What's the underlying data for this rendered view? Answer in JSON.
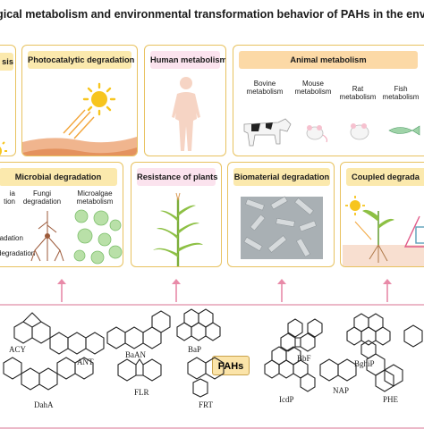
{
  "title": "gical metabolism and environmental transformation behavior of PAHs in the enviro",
  "top_row": {
    "panel1_label": "sis",
    "photocatalytic": "Photocatalytic degradation",
    "human": "Human metabolism",
    "animal": "Animal metabolism",
    "animal_items": {
      "bovine": "Bovine\nmetabolism",
      "mouse": "Mouse\nmetabolism",
      "rat": "Rat\nmetabolism",
      "fish": "Fish\nmetabolism"
    }
  },
  "middle_row": {
    "microbial": "Microbial degradation",
    "microbial_items": {
      "bacteria": "ia\ntion",
      "fungi": "Fungi\ndegradation",
      "microalgae": "Microalgae\nmetabolism",
      "extra1": "radation",
      "extra2": "degradation"
    },
    "plants": "Resistance of plants",
    "biomaterial": "Biomaterial degradation",
    "coupled": "Coupled degrada"
  },
  "center_label": "PAHs",
  "chemicals": [
    "ACY",
    "ANT",
    "BaAN",
    "BaP",
    "BbF",
    "BghiP",
    "DahA",
    "FLR",
    "FRT",
    "IcdP",
    "NAP",
    "PHE"
  ],
  "colors": {
    "border": "#e8c25f",
    "arrow": "#e88aa8",
    "pink_tab": "#fbe3ee",
    "yellow_tab": "#fbe9ad"
  }
}
